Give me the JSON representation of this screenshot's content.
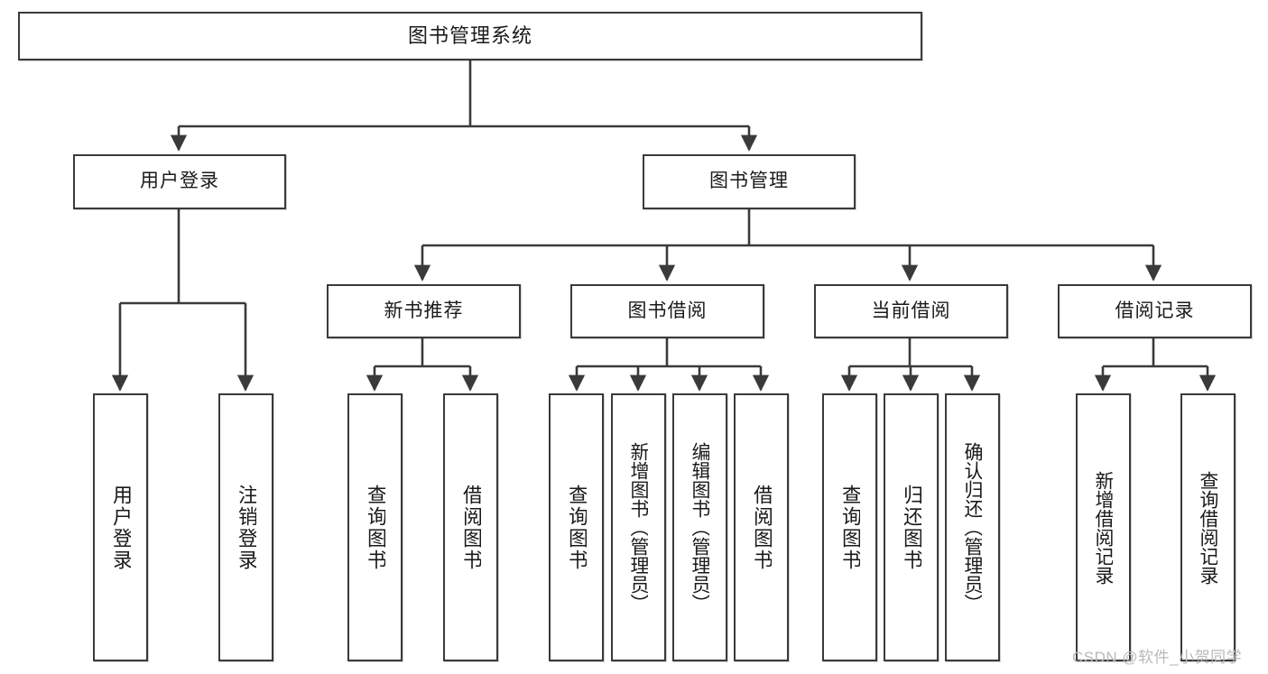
{
  "diagram": {
    "type": "tree",
    "title": "图书管理系统",
    "orientation": "top-down",
    "colors": {
      "box_border": "#3a3a3a",
      "box_fill": "#ffffff",
      "edge": "#3a3a3a",
      "text": "#1a1a1a",
      "watermark": "#b9b9b9"
    },
    "levels": [
      {
        "level": 1,
        "nodes": [
          {
            "id": "root",
            "label": "图书管理系统"
          }
        ]
      },
      {
        "level": 2,
        "nodes": [
          {
            "id": "login",
            "label": "用户登录",
            "parent": "root"
          },
          {
            "id": "bookmgmt",
            "label": "图书管理",
            "parent": "root"
          }
        ]
      },
      {
        "level": 3,
        "nodes": [
          {
            "id": "newbook",
            "label": "新书推荐",
            "parent": "bookmgmt"
          },
          {
            "id": "borrow",
            "label": "图书借阅",
            "parent": "bookmgmt"
          },
          {
            "id": "current",
            "label": "当前借阅",
            "parent": "bookmgmt"
          },
          {
            "id": "records",
            "label": "借阅记录",
            "parent": "bookmgmt"
          }
        ]
      },
      {
        "level": 4,
        "nodes": [
          {
            "id": "leaf1",
            "label": "用户登录",
            "parent": "login"
          },
          {
            "id": "leaf2",
            "label": "注销登录",
            "parent": "login"
          },
          {
            "id": "leaf3",
            "label": "查询图书",
            "parent": "newbook"
          },
          {
            "id": "leaf4",
            "label": "借阅图书",
            "parent": "newbook"
          },
          {
            "id": "leaf5",
            "label": "查询图书",
            "parent": "borrow"
          },
          {
            "id": "leaf6",
            "label": "新增图书（管理员）",
            "parent": "borrow"
          },
          {
            "id": "leaf7",
            "label": "编辑图书（管理员）",
            "parent": "borrow"
          },
          {
            "id": "leaf8",
            "label": "借阅图书",
            "parent": "borrow"
          },
          {
            "id": "leaf9",
            "label": "查询图书",
            "parent": "current"
          },
          {
            "id": "leaf10",
            "label": "归还图书",
            "parent": "current"
          },
          {
            "id": "leaf11",
            "label": "确认归还（管理员）",
            "parent": "current"
          },
          {
            "id": "leaf12",
            "label": "新增借阅记录",
            "parent": "records"
          },
          {
            "id": "leaf13",
            "label": "查询借阅记录",
            "parent": "records"
          }
        ]
      }
    ]
  },
  "watermark": {
    "text": "CSDN @软件_小贺同学"
  }
}
